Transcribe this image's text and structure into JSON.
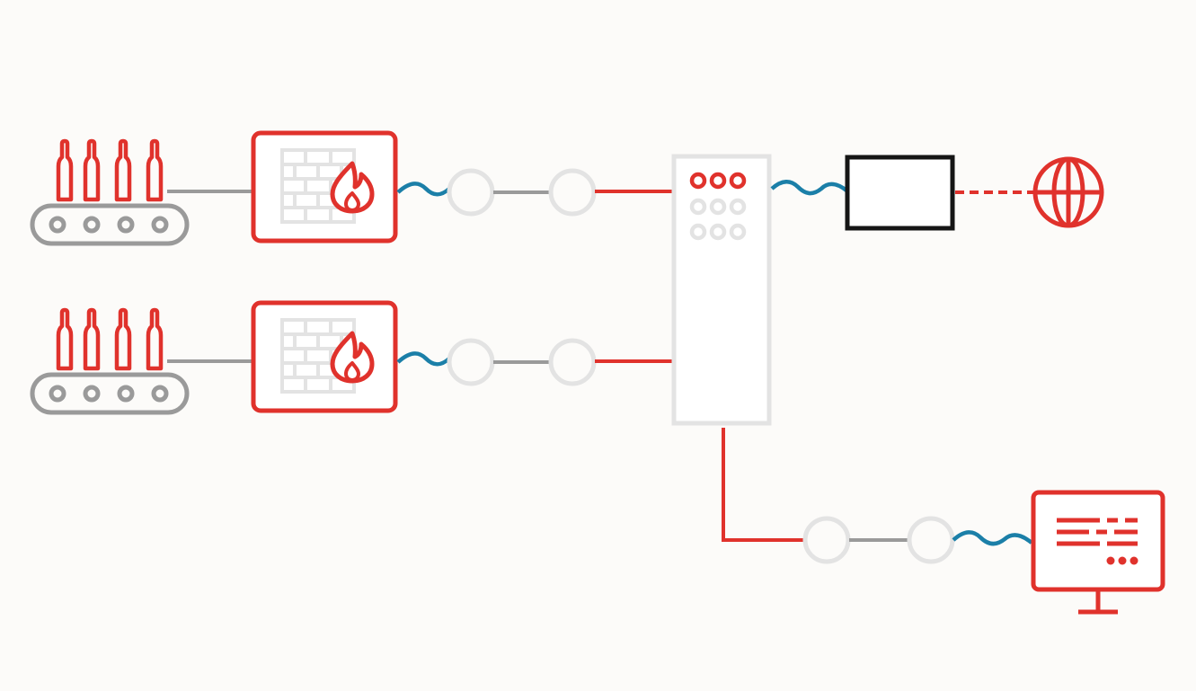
{
  "diagram": {
    "type": "network-topology",
    "colors": {
      "background": "#fcfbf9",
      "accent_red": "#e0322c",
      "gray_line": "#9a9a9a",
      "light_gray": "#e3e3e3",
      "wave_blue": "#1b7fa8",
      "black": "#151515"
    },
    "nodes": [
      {
        "id": "production-line-1",
        "icon": "conveyor-bottles-icon"
      },
      {
        "id": "firewall-1",
        "icon": "firewall-icon"
      },
      {
        "id": "production-line-2",
        "icon": "conveyor-bottles-icon"
      },
      {
        "id": "firewall-2",
        "icon": "firewall-icon"
      },
      {
        "id": "network-switch",
        "icon": "switch-rack-icon"
      },
      {
        "id": "gateway-box",
        "icon": "black-box-icon"
      },
      {
        "id": "internet",
        "icon": "globe-icon"
      },
      {
        "id": "monitor",
        "icon": "monitor-icon"
      }
    ],
    "links": [
      {
        "from": "production-line-1",
        "to": "firewall-1",
        "style": "gray-line"
      },
      {
        "from": "firewall-1",
        "to": "network-switch",
        "style": "wave-and-junctions"
      },
      {
        "from": "production-line-2",
        "to": "firewall-2",
        "style": "gray-line"
      },
      {
        "from": "firewall-2",
        "to": "network-switch",
        "style": "wave-and-junctions"
      },
      {
        "from": "network-switch",
        "to": "gateway-box",
        "style": "wave"
      },
      {
        "from": "gateway-box",
        "to": "internet",
        "style": "dashed-red"
      },
      {
        "from": "network-switch",
        "to": "monitor",
        "style": "red-elbow-and-junctions"
      }
    ]
  }
}
